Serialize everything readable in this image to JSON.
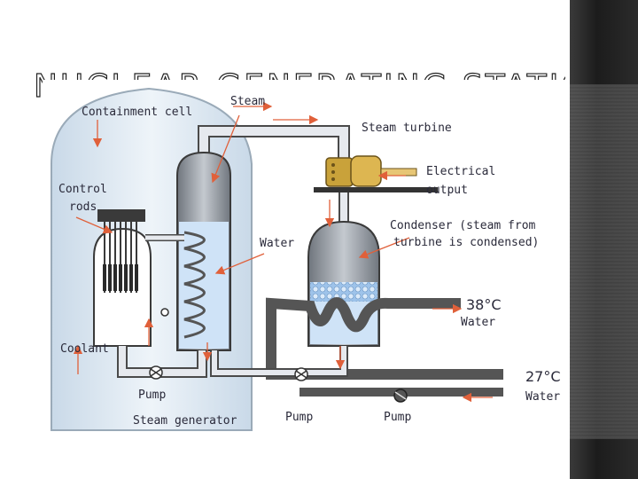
{
  "slide": {
    "title": "NUCLEAR GENERATING STATIONS"
  },
  "diagram": {
    "labels": {
      "containment_cell": "Containment cell",
      "steam": "Steam",
      "steam_turbine": "Steam turbine",
      "electrical_output_1": "Electrical",
      "electrical_output_2": "output",
      "control_rods_1": "Control",
      "control_rods_2": "rods",
      "water": "Water",
      "condenser_1": "Condenser (steam from",
      "condenser_2": "turbine is condensed)",
      "coolant": "Coolant",
      "pump_reactor": "Pump",
      "steam_generator": "Steam generator",
      "pump_middle": "Pump",
      "pump_right": "Pump",
      "hot_water_temp": "38",
      "hot_water_unit": "°C",
      "hot_water": "Water",
      "cold_water_temp": "27",
      "cold_water_unit": "°C",
      "cold_water": "Water"
    }
  },
  "colors": {
    "dome": "#dde8f2",
    "pipe": "#e6e9ee",
    "pipe_outline": "#4a4a4a",
    "water": "#cfe3f7",
    "dark_pipe": "#555555",
    "arrow": "#e0603a",
    "turbine": "#c9a23a"
  }
}
